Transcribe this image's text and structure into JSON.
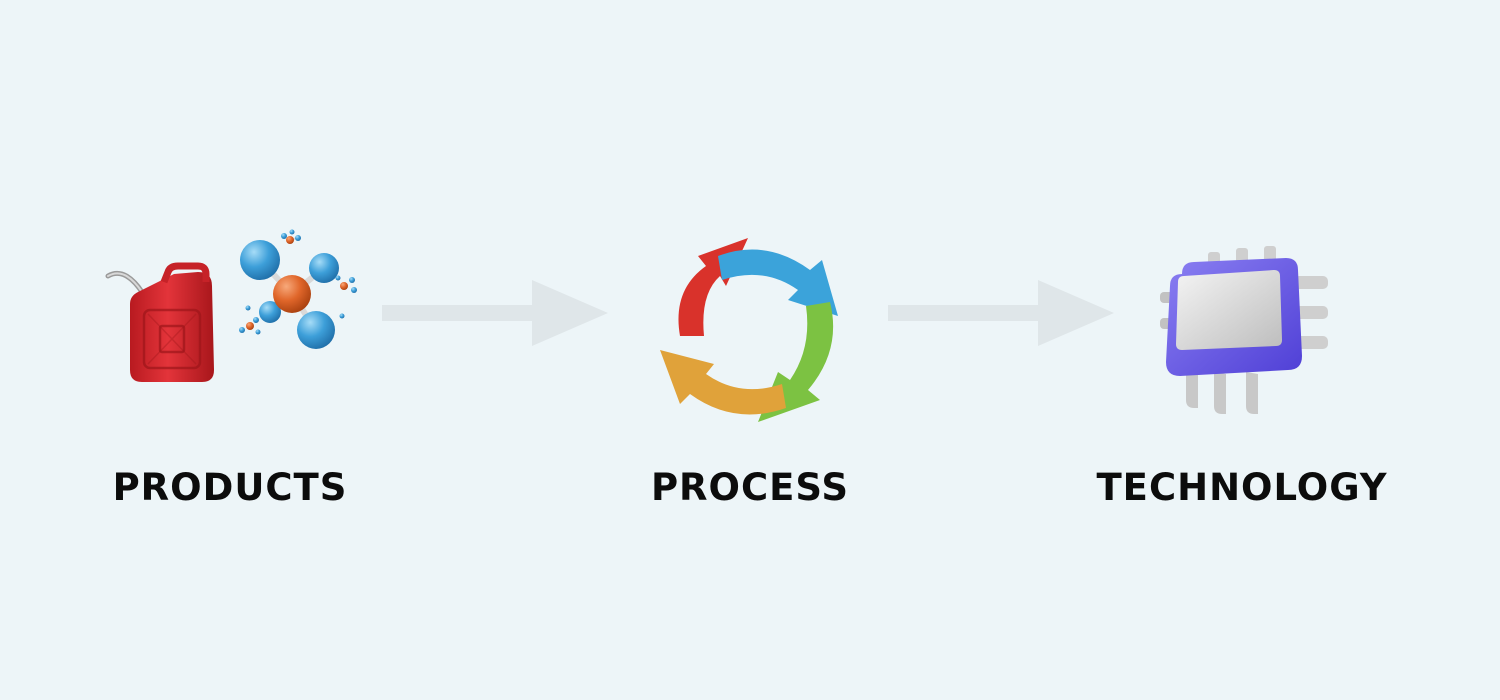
{
  "colors": {
    "background": "#edf5f8",
    "flow_arrow": "#dfe6e9",
    "label_text": "#0c0c0c",
    "jerrycan": "#d8262b",
    "molecule_blue": "#3b9bd6",
    "molecule_orange": "#e0662a",
    "cycle_red": "#d9322b",
    "cycle_blue": "#3ba3da",
    "cycle_green": "#7cc242",
    "cycle_orange": "#e0a23a",
    "chip_purple": "#6a5ce6",
    "chip_silver": "#dcdcdc"
  },
  "steps": [
    {
      "label": "PRODUCTS",
      "icon": "fuel-can-and-molecule-icon"
    },
    {
      "label": "PROCESS",
      "icon": "cycle-arrows-icon"
    },
    {
      "label": "TECHNOLOGY",
      "icon": "microchip-icon"
    }
  ]
}
